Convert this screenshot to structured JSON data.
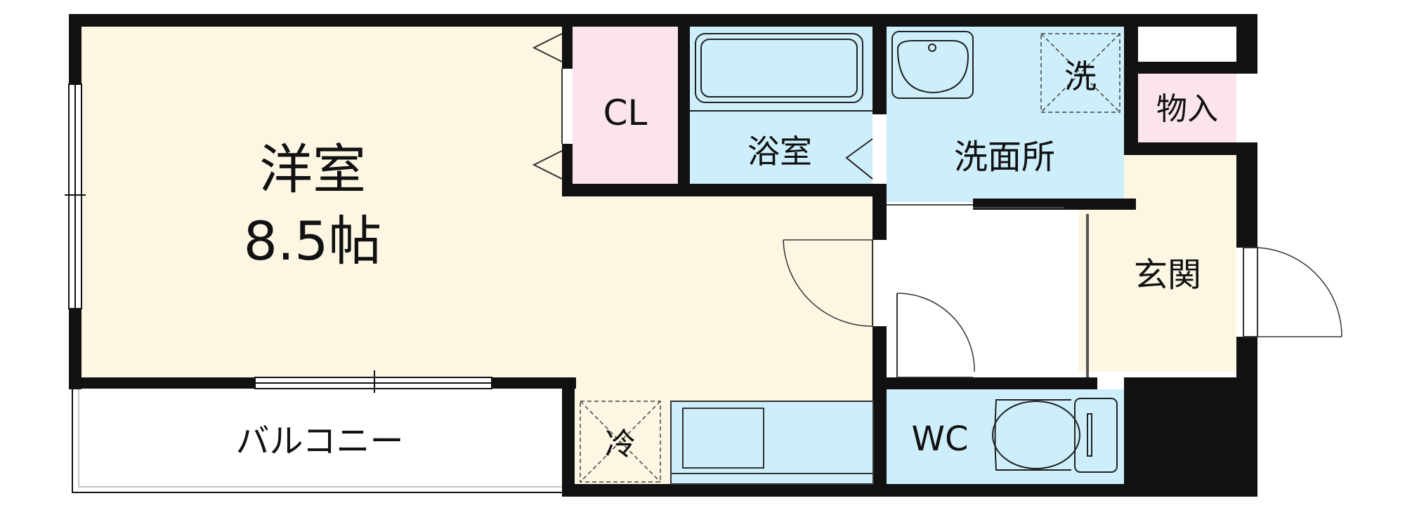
{
  "rooms": {
    "western_room": {
      "name": "洋室",
      "size": "8.5帖"
    },
    "closet": "CL",
    "bathroom": "浴室",
    "washroom": "洗面所",
    "storage": "物入",
    "entrance": "玄関",
    "balcony": "バルコニー",
    "toilet": "WC"
  },
  "appliances": {
    "washer": "洗",
    "fridge": "冷"
  },
  "colors": {
    "wall": "#111111",
    "western_room_floor": "#fdf6e3",
    "closet_floor": "#fce4ec",
    "wet_area_floor": "#cdeefa",
    "storage_floor": "#fce4ec",
    "balcony_floor": "#ffffff"
  }
}
